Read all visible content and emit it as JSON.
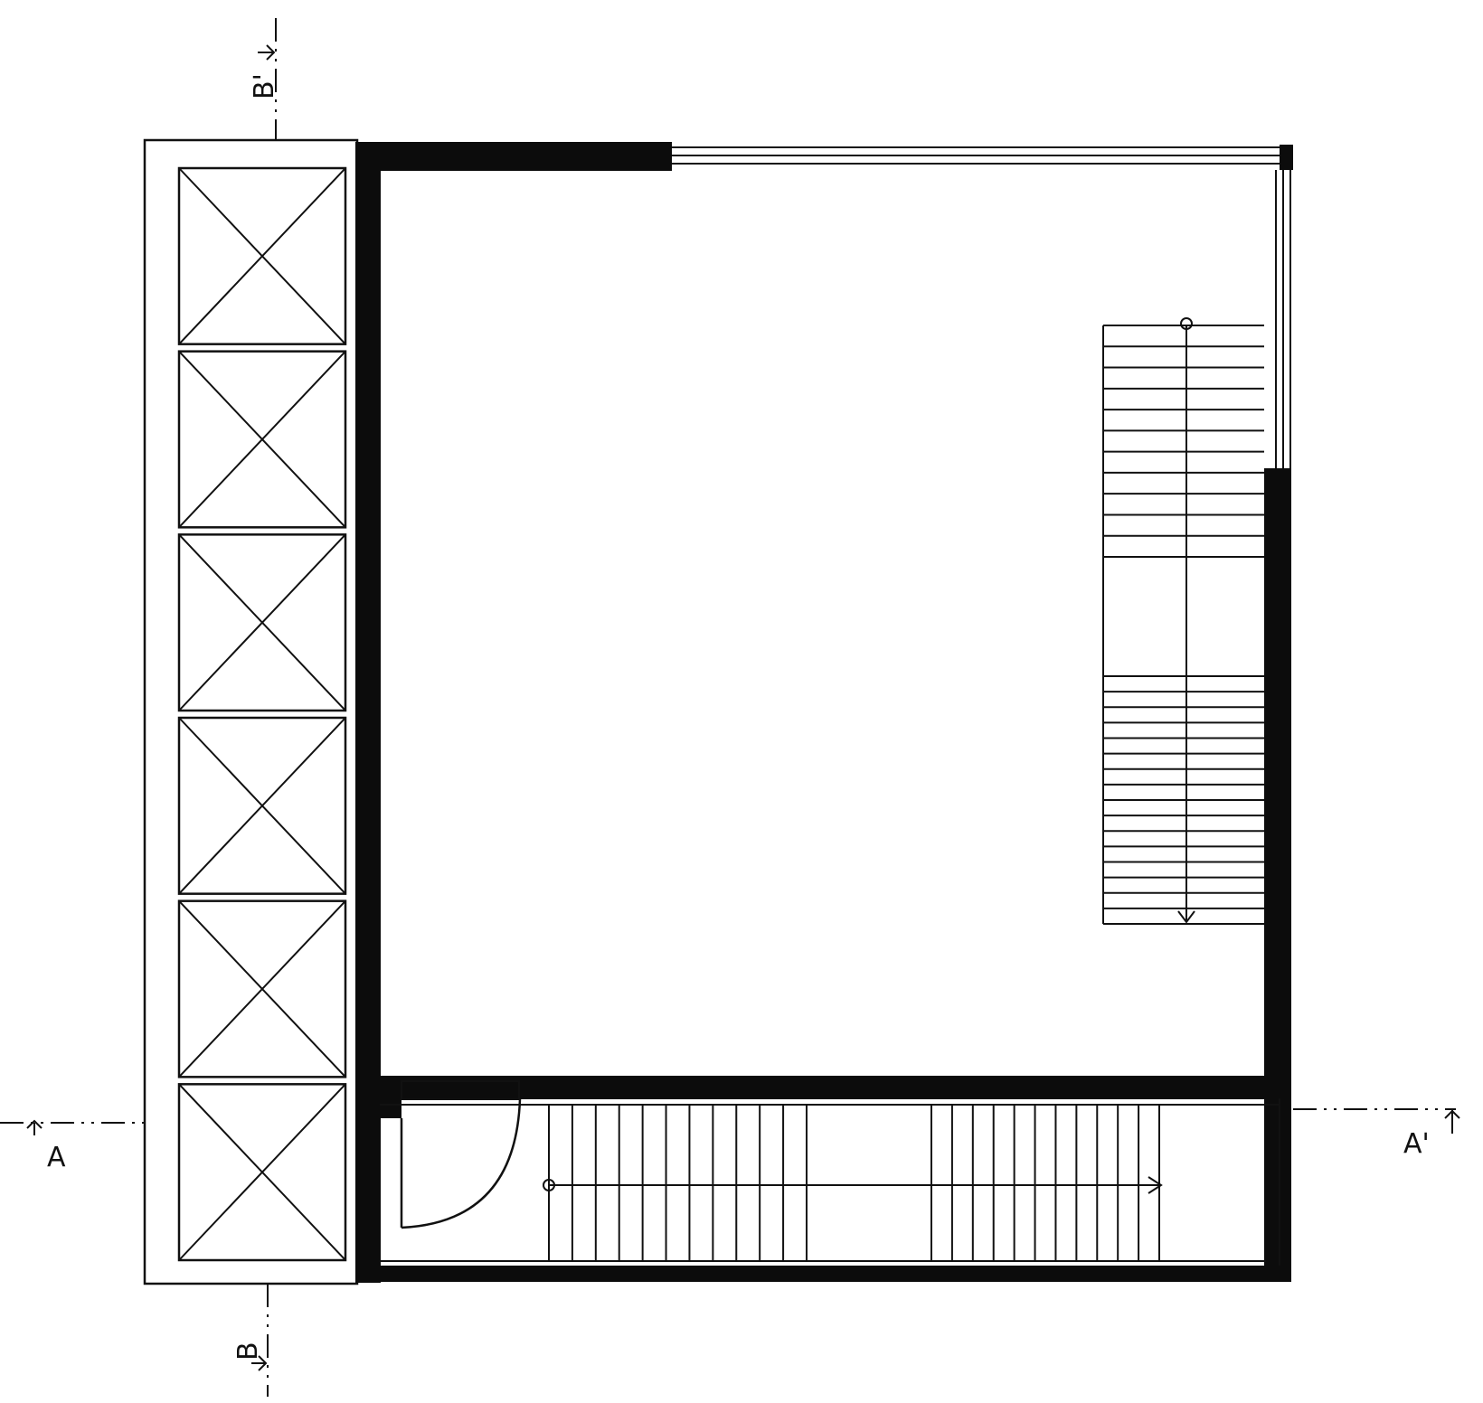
{
  "section_labels": {
    "a": "A",
    "a_prime": "A'",
    "b": "B",
    "b_prime": "B'"
  },
  "colors": {
    "ink": "#111111",
    "paper": "#ffffff"
  },
  "strip_panel_count": 6,
  "upper_stair_tread_count": 29,
  "lower_stair_tread_count": 24
}
